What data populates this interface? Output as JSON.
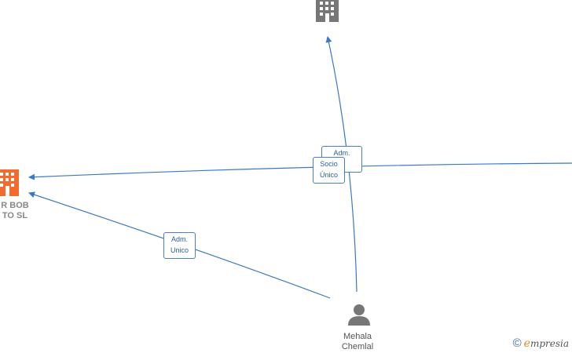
{
  "nodes": {
    "company_left": {
      "label_line1": "R BOB",
      "label_line2": "TO  SL",
      "icon": "building-icon",
      "color": "#f26a2e"
    },
    "company_top": {
      "icon": "building-icon",
      "color": "#777777"
    },
    "person": {
      "label_line1": "Mehala",
      "label_line2": "Chemlal",
      "icon": "person-icon",
      "color": "#777777"
    }
  },
  "edges": {
    "adm_unico": {
      "line1": "Adm.",
      "line2": "Unico"
    },
    "adm_top": {
      "line1": "Adm.",
      "line2": "..."
    },
    "socio_unico": {
      "line1": "Socio",
      "line2": "Único"
    }
  },
  "colors": {
    "edge": "#3b78c6"
  },
  "watermark": {
    "copyright": "©",
    "brand_first": "e",
    "brand_rest": "mpresia"
  }
}
